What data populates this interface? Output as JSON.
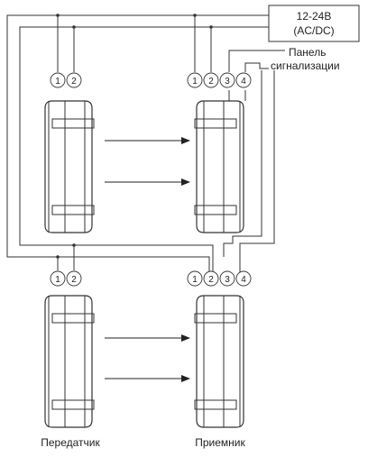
{
  "power_supply": {
    "line1": "12-24B",
    "line2": "(AC/DC)"
  },
  "alarm_panel": {
    "line1": "Панель",
    "line2": "сигнализации"
  },
  "terminals": {
    "t1": "1",
    "t2": "2",
    "t3": "3",
    "t4": "4"
  },
  "labels": {
    "transmitter": "Передатчик",
    "receiver": "Приемник"
  }
}
